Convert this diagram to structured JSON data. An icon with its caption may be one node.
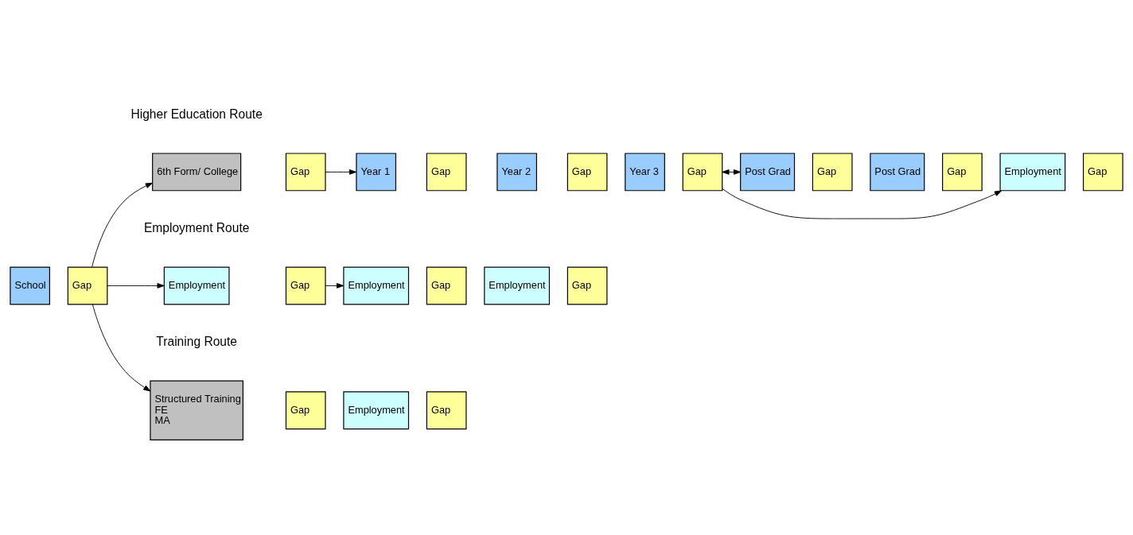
{
  "diagram": {
    "nodes": [
      {
        "text": [
          "Structured Training",
          "FE",
          "MA"
        ]
      },
      {
        "text": [
          "Gap"
        ]
      },
      {
        "text": [
          "Employment"
        ]
      },
      {
        "text": [
          "Gap"
        ]
      },
      {
        "text": [
          "School"
        ]
      },
      {
        "text": [
          "Gap"
        ]
      },
      {
        "text": [
          "6th Form/ College"
        ]
      },
      {
        "text": [
          "Gap"
        ]
      },
      {
        "text": [
          "Year 1"
        ]
      },
      {
        "text": [
          "Gap"
        ]
      },
      {
        "text": [
          "Year 2"
        ]
      },
      {
        "text": [
          "Gap"
        ]
      },
      {
        "text": [
          "Year 3"
        ]
      },
      {
        "text": [
          "Gap"
        ]
      },
      {
        "text": [
          "Post Grad"
        ]
      },
      {
        "text": [
          "Gap"
        ]
      },
      {
        "text": [
          "Post Grad"
        ]
      },
      {
        "text": [
          "Gap"
        ]
      },
      {
        "text": [
          "Employment"
        ]
      },
      {
        "text": [
          "Gap"
        ]
      },
      {
        "text": [
          "Employment"
        ]
      },
      {
        "text": [
          "Gap"
        ]
      },
      {
        "text": [
          "Employment"
        ]
      },
      {
        "text": [
          "Gap"
        ]
      },
      {
        "text": [
          "Employment"
        ]
      },
      {
        "text": [
          "Gap"
        ]
      }
    ],
    "edges": [
      {
        "from": 5,
        "to": 0,
        "arrow": "to"
      },
      {
        "from": 5,
        "to": 6,
        "arrow": "to"
      },
      {
        "from": 5,
        "to": 20,
        "arrow": "to"
      },
      {
        "from": 7,
        "to": 8,
        "arrow": "to"
      },
      {
        "from": 13,
        "to": 14,
        "arrow": "both"
      },
      {
        "from": 13,
        "to": 18,
        "arrow": "to"
      },
      {
        "from": 21,
        "to": 22,
        "arrow": "to"
      }
    ],
    "labels": [
      "Training Route",
      "Higher Education Route",
      "Employment Route"
    ]
  }
}
